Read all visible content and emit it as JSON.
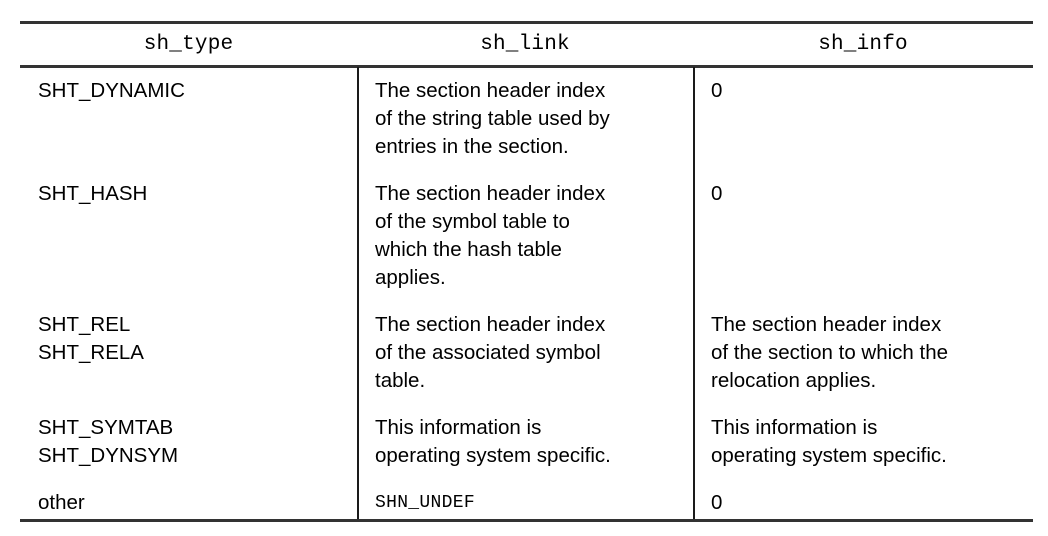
{
  "table": {
    "caption": "",
    "columns": [
      {
        "key": "sh_type",
        "label": "sh_type",
        "style": "mono",
        "align": "center"
      },
      {
        "key": "sh_link",
        "label": "sh_link",
        "style": "mono",
        "align": "center"
      },
      {
        "key": "sh_info",
        "label": "sh_info",
        "style": "mono",
        "align": "center"
      }
    ],
    "rows": [
      {
        "id": "row-sht-dynamic",
        "sh_type": "SHT_DYNAMIC",
        "sh_link": "The section header index of the string table used by entries in the section.",
        "sh_link_lines": [
          "The section header index",
          "of the string table used by",
          "entries in the section."
        ],
        "sh_info": "0",
        "sh_link_style": "sans",
        "sh_info_style": "sans"
      },
      {
        "id": "row-sht-hash",
        "sh_type": "SHT_HASH",
        "sh_link": "The section header index of the symbol table to which the hash table applies.",
        "sh_link_lines": [
          "The section header index",
          "of the symbol table to",
          "which the hash table",
          "applies."
        ],
        "sh_info": "0",
        "sh_link_style": "sans",
        "sh_info_style": "sans"
      },
      {
        "id": "row-sht-rel",
        "sh_type": "SHT_REL\nSHT_RELA",
        "sh_type_lines": [
          "SHT_REL",
          "SHT_RELA"
        ],
        "sh_link": "The section header index of the associated symbol table.",
        "sh_link_lines": [
          "The section header index",
          "of the associated symbol",
          "table."
        ],
        "sh_info": "The section header index of the section to which the relocation applies.",
        "sh_info_lines": [
          "The section header index",
          "of the section to which the",
          "relocation applies."
        ],
        "sh_link_style": "sans",
        "sh_info_style": "sans"
      },
      {
        "id": "row-sht-symtab",
        "sh_type": "SHT_SYMTAB\nSHT_DYNSYM",
        "sh_type_lines": [
          "SHT_SYMTAB",
          "SHT_DYNSYM"
        ],
        "sh_link": "This information is operating system specific.",
        "sh_link_lines": [
          "This information is",
          "operating system specific."
        ],
        "sh_info": "This information is operating system specific.",
        "sh_info_lines": [
          "This information is",
          "operating system specific."
        ],
        "sh_link_style": "sans",
        "sh_info_style": "sans"
      },
      {
        "id": "row-other",
        "sh_type": "other",
        "sh_link": "SHN_UNDEF",
        "sh_link_lines": [
          "SHN_UNDEF"
        ],
        "sh_info": "0",
        "sh_link_style": "mono",
        "sh_info_style": "sans"
      }
    ]
  },
  "colors": {
    "background": "#ffffff",
    "text": "#000000",
    "rule": "#333333",
    "divider": "#1a1a1a"
  }
}
